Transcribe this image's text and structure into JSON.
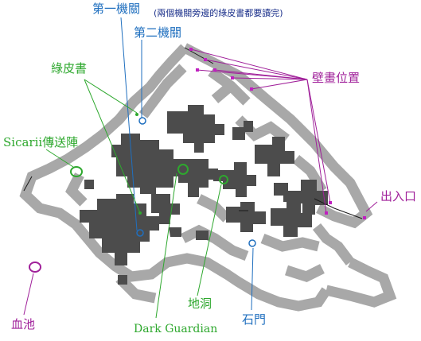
{
  "note": "(兩個機關旁邊的綠皮書都要讀完)",
  "labels": {
    "mech1": "第一機關",
    "mech2": "第二機關",
    "greenbook": "綠皮書",
    "sicarii": "Sicarii傳送陣",
    "mural": "壁畫位置",
    "exit": "出入口",
    "bloodpool": "血池",
    "darkguardian": "Dark Guardian",
    "cave": "地洞",
    "stonegate": "石門"
  },
  "colors": {
    "blue": "#1f6fbf",
    "green": "#2ea82e",
    "magenta": "#a0209a",
    "wall": "#a8a8a8",
    "floor": "#4c4c4c"
  }
}
